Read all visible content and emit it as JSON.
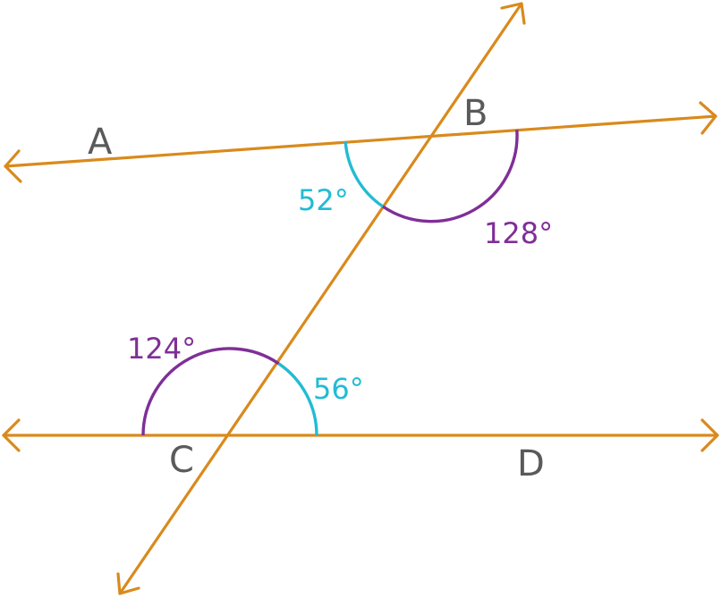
{
  "colors": {
    "line": "#d98a1c",
    "acute_arc": "#21bcd3",
    "obtuse_arc": "#7f2f97",
    "point_label": "#5a5a5a",
    "background": "#ffffff"
  },
  "points": {
    "a": "A",
    "b": "B",
    "c": "C",
    "d": "D"
  },
  "angles": {
    "b_acute": "52°",
    "b_obtuse": "128°",
    "c_obtuse": "124°",
    "c_acute": "56°"
  }
}
